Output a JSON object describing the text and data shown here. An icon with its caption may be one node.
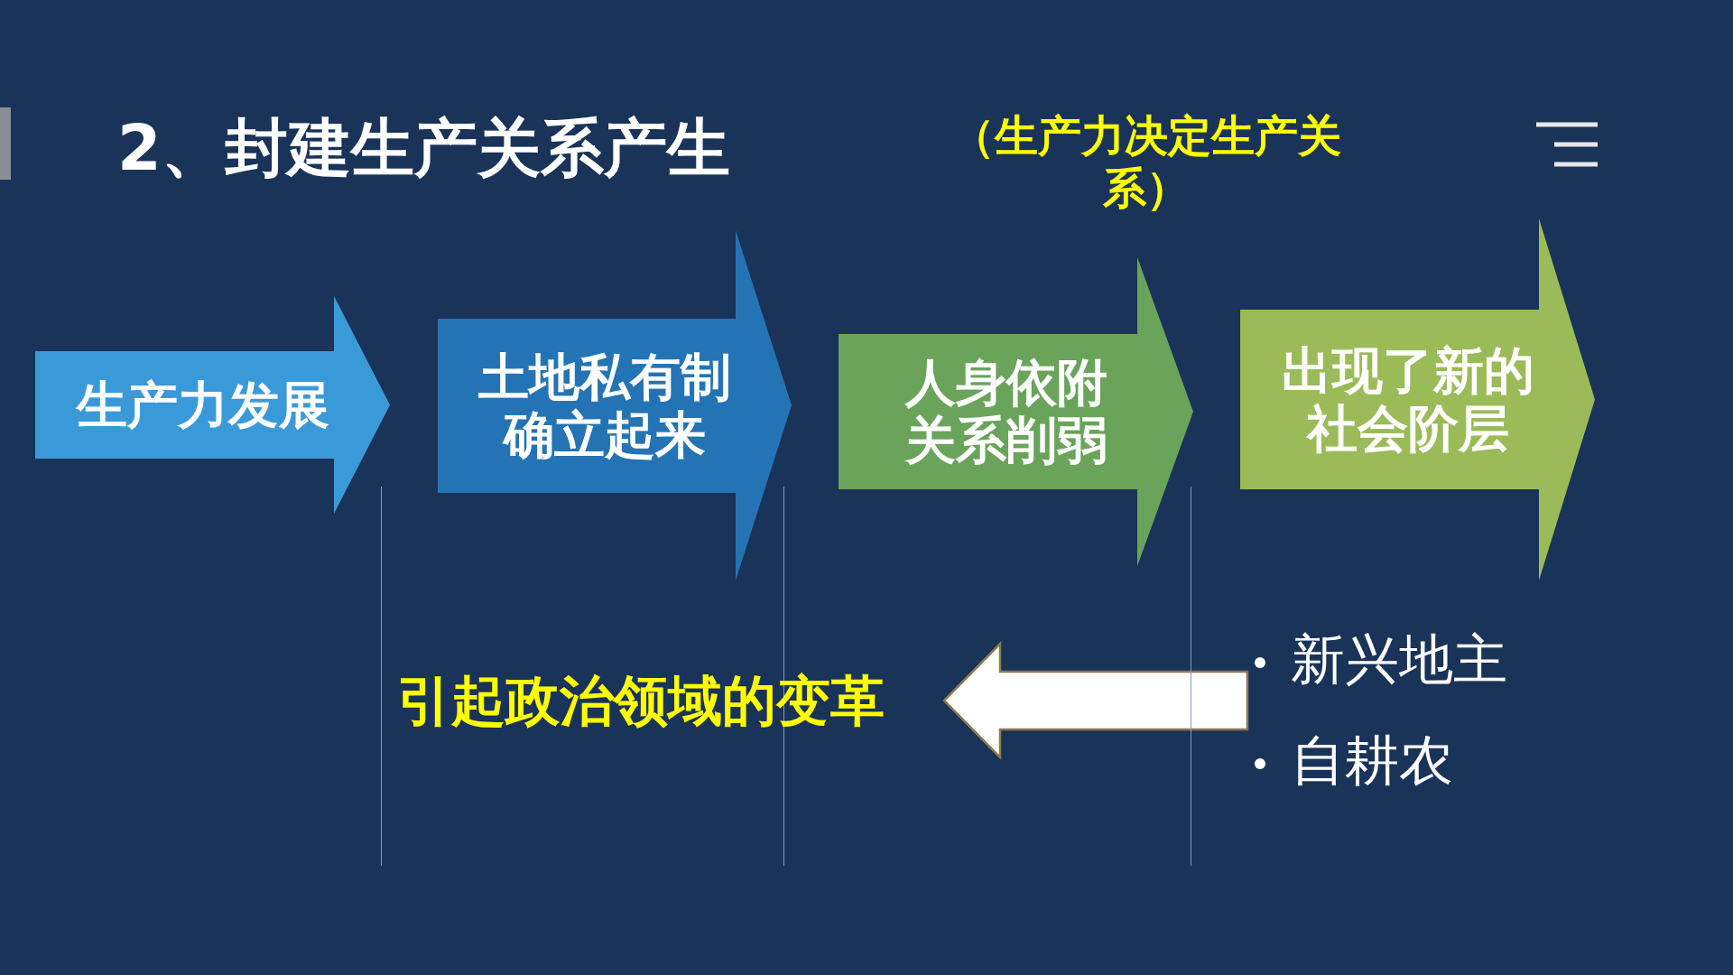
{
  "diagram": {
    "title": "2、封建生产关系产生",
    "nodes": [
      {
        "text": [
          "生产力发展"
        ]
      },
      {
        "text": [
          "土地私有制确立起来"
        ]
      },
      {
        "text": [
          "人身依附关系削弱"
        ]
      },
      {
        "text": [
          "出现了新的社会阶层"
        ]
      },
      {
        "text": [
          "引起政治领域的变革"
        ]
      },
      {
        "text": [
          "新兴地主",
          "自耕农"
        ]
      }
    ],
    "edges": [
      {
        "from": 5,
        "to": 4,
        "arrow": "to"
      }
    ],
    "labels": [
      "（生产力决定生产关系）"
    ]
  }
}
